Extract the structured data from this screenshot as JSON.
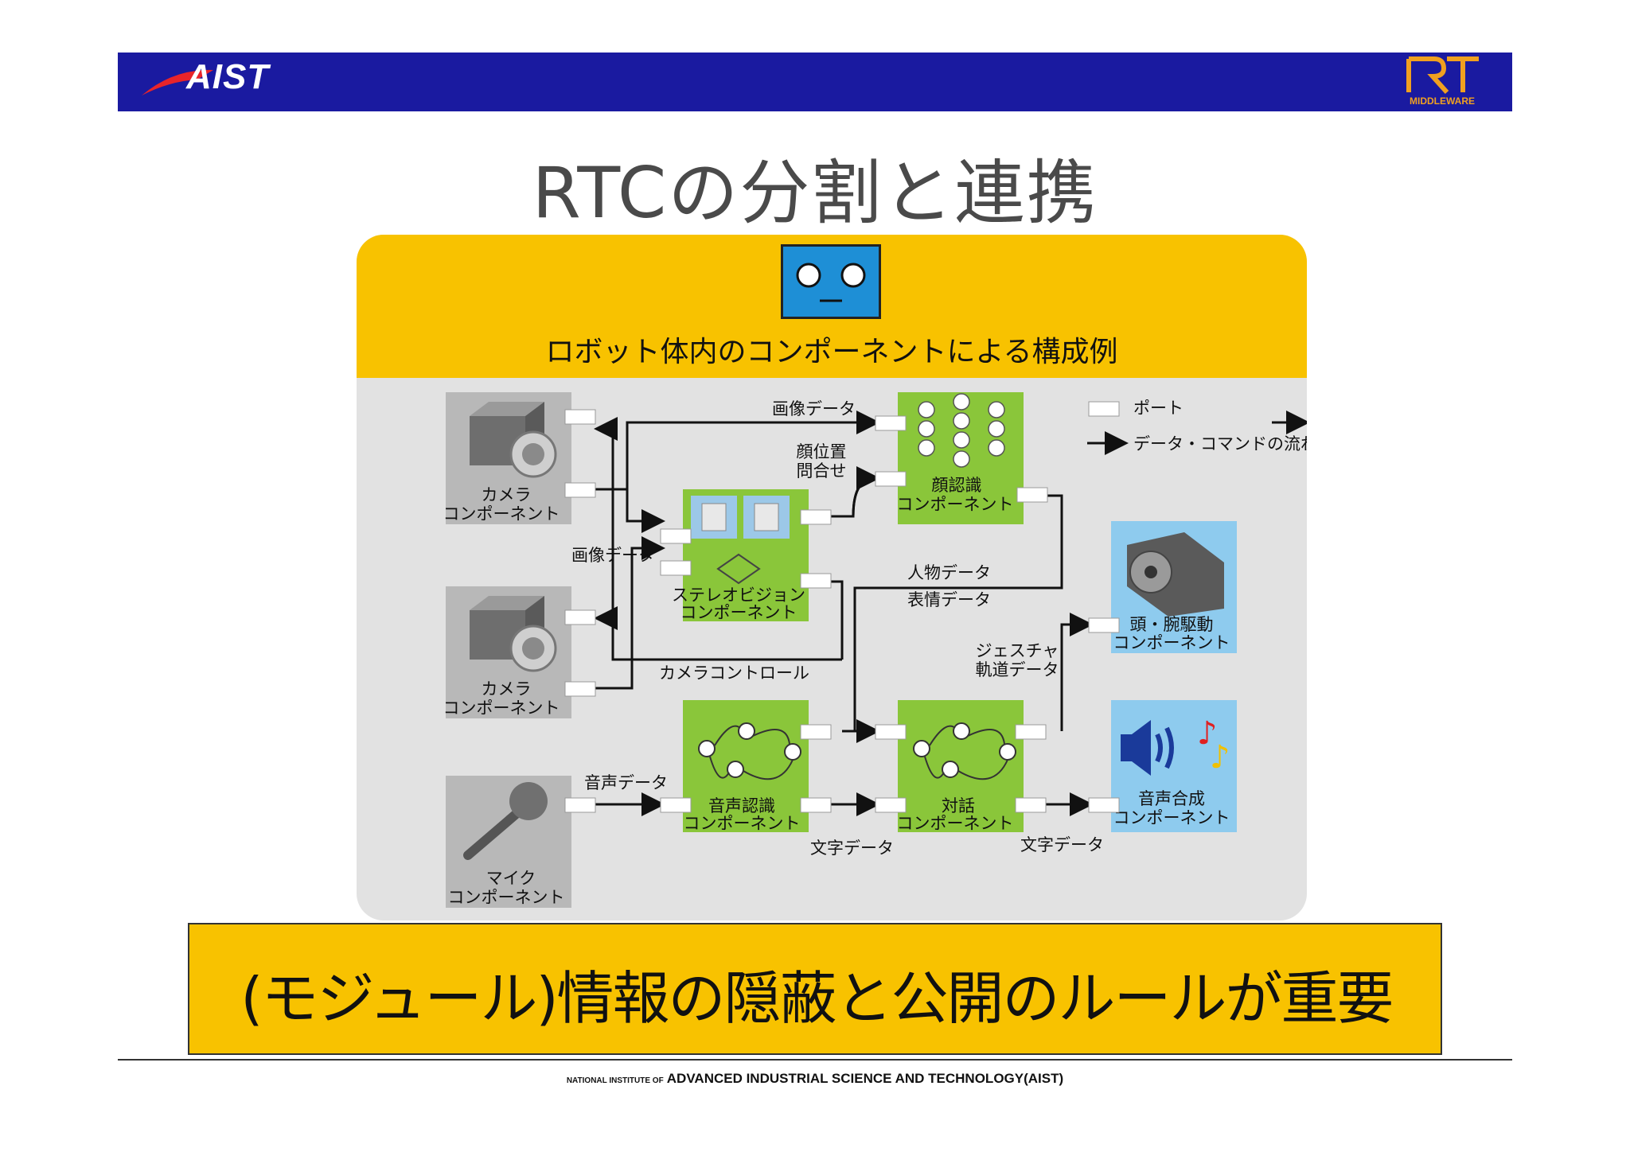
{
  "header": {
    "brand": "AIST",
    "rt_mark": "RT",
    "rt_subtitle": "MIDDLEWARE",
    "accent_color": "#1a1aa0",
    "rt_color": "#f0a020"
  },
  "title": "RTCの分割と連携",
  "panel": {
    "caption": "ロボット体内のコンポーネントによる構成例",
    "legend": {
      "port": "ポート",
      "flow": "データ・コマンドの流れ"
    },
    "components": {
      "camera1": [
        "カメラ",
        "コンポーネント"
      ],
      "camera2": [
        "カメラ",
        "コンポーネント"
      ],
      "mic": [
        "マイク",
        "コンポーネント"
      ],
      "stereo": [
        "ステレオビジョン",
        "コンポーネント"
      ],
      "face": [
        "顔認識",
        "コンポーネント"
      ],
      "speech_rec": [
        "音声認識",
        "コンポーネント"
      ],
      "dialog": [
        "対話",
        "コンポーネント"
      ],
      "head_arm": [
        "頭・腕駆動",
        "コンポーネント"
      ],
      "speech_syn": [
        "音声合成",
        "コンポーネント"
      ]
    },
    "labels": {
      "image_data_top": "画像データ",
      "face_pos": [
        "顔位置",
        "問合せ"
      ],
      "image_data_left": "画像データ",
      "person_data": "人物データ",
      "expression_data": "表情データ",
      "camera_control": "カメラコントロール",
      "gesture": [
        "ジェスチャ",
        "軌道データ"
      ],
      "voice_data": "音声データ",
      "text_data_1": "文字データ",
      "text_data_2": "文字データ"
    },
    "colors": {
      "panel_top": "#f8c200",
      "component_green": "#8ac63a",
      "hardware_gray": "#b8b8b8",
      "actuator_blue": "#8ecbee"
    }
  },
  "bottom_banner": "(モジュール)情報の隠蔽と公開のルールが重要",
  "footer": {
    "small": "NATIONAL INSTITUTE OF",
    "main": "ADVANCED INDUSTRIAL SCIENCE AND TECHNOLOGY(AIST)"
  }
}
